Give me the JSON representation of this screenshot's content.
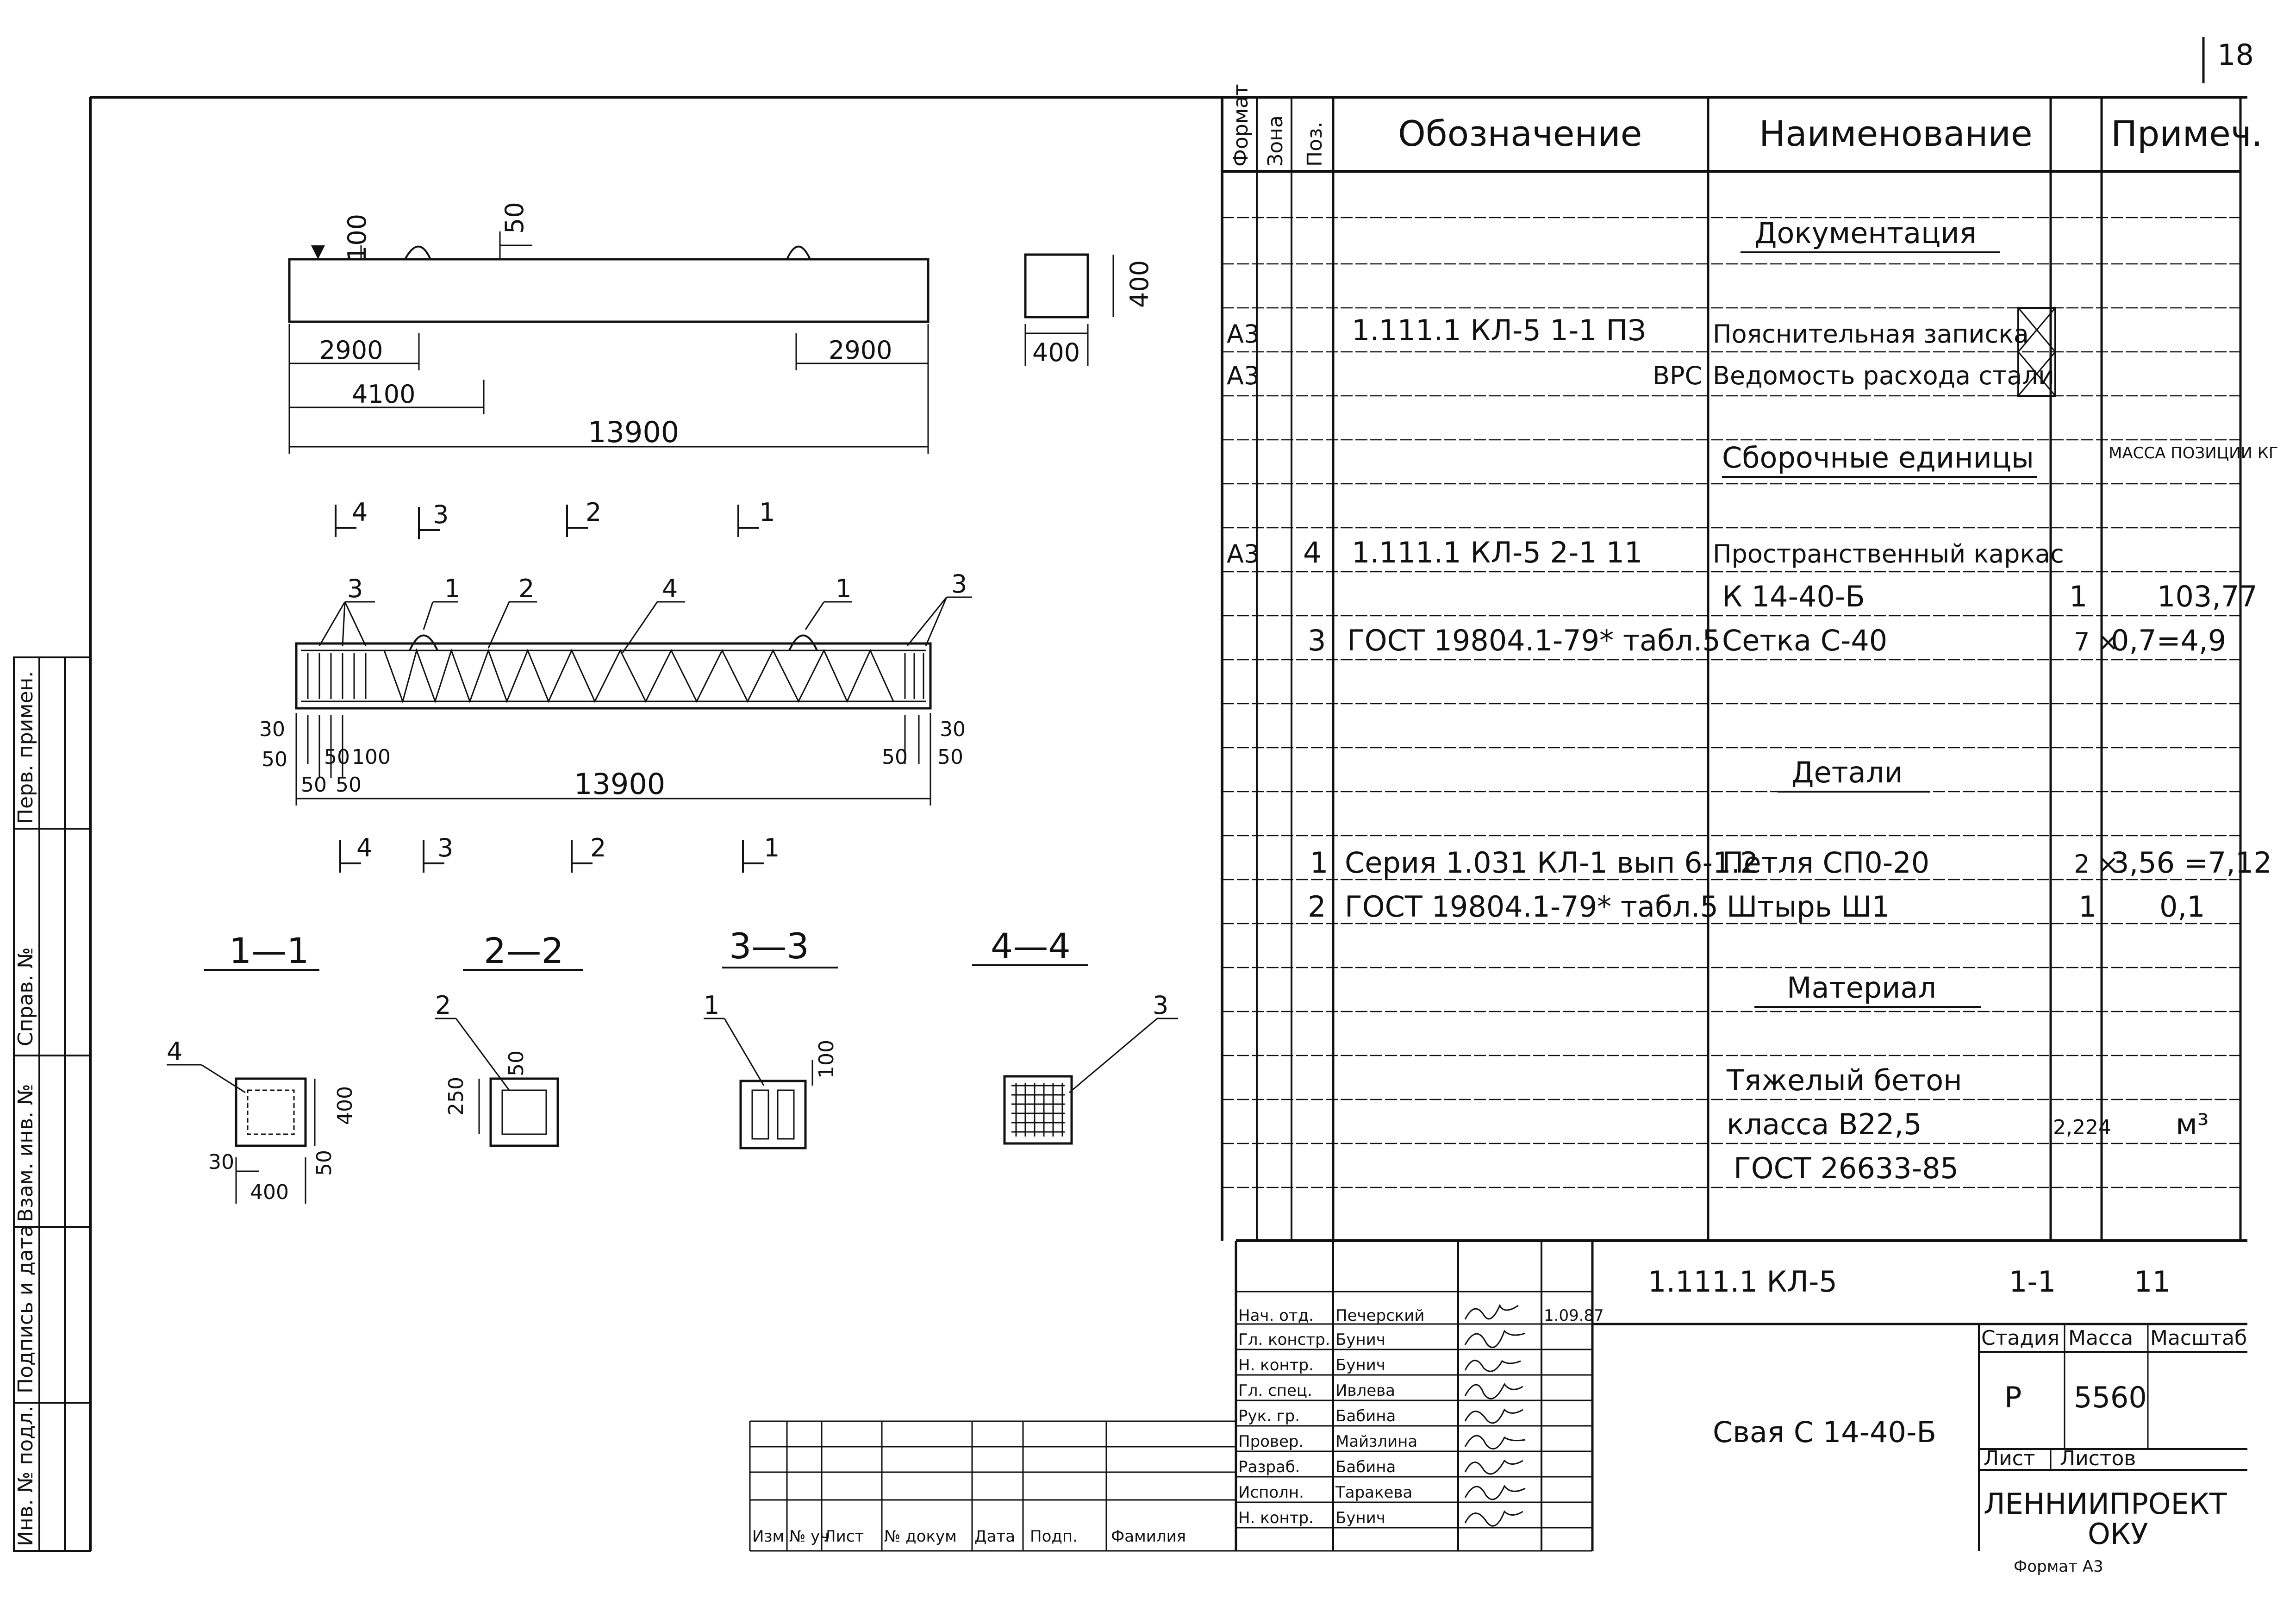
{
  "page_number": "18",
  "spec_table": {
    "headers": {
      "format": "Формат",
      "zone": "Зона",
      "pos": "Поз.",
      "designation": "Обозначение",
      "name": "Наименование",
      "qty": "",
      "note": "Примеч."
    },
    "rows": [
      {
        "format": "",
        "pos": "",
        "designation": "",
        "name": "Документация",
        "qty": "",
        "note": ""
      },
      {
        "format": "А3",
        "pos": "",
        "designation": "1.111.1 КЛ-5 1-1 ПЗ",
        "name": "Пояснительная записка",
        "qty": "",
        "note": ""
      },
      {
        "format": "А3",
        "pos": "",
        "designation": "ВРС",
        "name": "Ведомость расхода стали",
        "qty": "",
        "note": ""
      },
      {
        "format": "",
        "pos": "",
        "designation": "",
        "name": "Сборочные единицы",
        "qty": "",
        "note": "МАССА ПОЗИЦИИ КГ"
      },
      {
        "format": "А3",
        "pos": "4",
        "designation": "1.111.1 КЛ-5 2-1 11",
        "name": "Пространственный каркас",
        "qty": "",
        "note": ""
      },
      {
        "format": "",
        "pos": "",
        "designation": "",
        "name": "К 14-40-Б",
        "qty": "1",
        "note": "103,77"
      },
      {
        "format": "",
        "pos": "3",
        "designation": "ГОСТ 19804.1-79* табл.5",
        "name": "Сетка С-40",
        "qty": "7 ×",
        "note": "0,7=4,9"
      },
      {
        "format": "",
        "pos": "",
        "designation": "",
        "name": "Детали",
        "qty": "",
        "note": ""
      },
      {
        "format": "",
        "pos": "1",
        "designation": "Серия 1.031 КЛ-1 вып 6-1.2",
        "name": "Петля СП0-20",
        "qty": "2 ×",
        "note": "3,56 =7,12"
      },
      {
        "format": "",
        "pos": "2",
        "designation": "ГОСТ 19804.1-79* табл.5",
        "name": "Штырь Ш1",
        "qty": "1",
        "note": "0,1"
      },
      {
        "format": "",
        "pos": "",
        "designation": "",
        "name": "Материал",
        "qty": "",
        "note": ""
      },
      {
        "format": "",
        "pos": "",
        "designation": "",
        "name": "Тяжелый бетон",
        "qty": "",
        "note": ""
      },
      {
        "format": "",
        "pos": "",
        "designation": "",
        "name": "класса В22,5",
        "qty": "2,224",
        "note": "м³"
      },
      {
        "format": "",
        "pos": "",
        "designation": "",
        "name": "ГОСТ 26633-85",
        "qty": "",
        "note": ""
      }
    ]
  },
  "drawing": {
    "dims_top": {
      "d100": "100",
      "d50": "50",
      "d400": "400",
      "d400b": "400",
      "d2900a": "2900",
      "d2900b": "2900",
      "d4100": "4100",
      "d13900": "13900"
    },
    "section_marks": [
      "4",
      "3",
      "2",
      "1"
    ],
    "pos_leaders": [
      "3",
      "1",
      "2",
      "4",
      "1",
      "3"
    ],
    "dims_mid": {
      "d30a": "30",
      "d50a": "50",
      "d50b": "50",
      "d50c": "50",
      "d100": "100",
      "d50d": "50",
      "d50e": "50",
      "d30b": "30",
      "d50f": "50",
      "d13900": "13900"
    },
    "sections": [
      {
        "title": "1—1",
        "leader": "4",
        "dim_a": "400",
        "dim_b": "30",
        "dim_c": "50",
        "dim_d": "400"
      },
      {
        "title": "2—2",
        "leader": "2",
        "dim_a": "250",
        "dim_b": "50"
      },
      {
        "title": "3—3",
        "leader": "1",
        "dim_a": "100"
      },
      {
        "title": "4—4",
        "leader": "3"
      }
    ]
  },
  "left_margin_labels": [
    "Взам. инв. №",
    "Подпись и дата",
    "Инв. № подл.",
    "Перв. примен.",
    "Справ. №"
  ],
  "revision_block": {
    "headers": [
      "Изм",
      "№ уч",
      "Лист",
      "№ докум",
      "Дата",
      "Подп.",
      "Фамилия"
    ]
  },
  "title_block": {
    "doc_code": "1.111.1 КЛ-5",
    "doc_sheet": "1-1",
    "doc_sub": "11",
    "title": "Свая С 14-40-Б",
    "stage_label": "Стадия",
    "mass_label": "Масса",
    "scale_label": "Масштаб",
    "stage": "Р",
    "mass": "5560",
    "scale": "",
    "sheet_label": "Лист",
    "sheets_label": "Листов",
    "organization_line1": "ЛЕННИИПРОЕКТ",
    "organization_line2": "ОКУ",
    "format": "Формат А3",
    "signatures": [
      {
        "role": "Нач. отд.",
        "name": "Печерский",
        "date": "1.09.87"
      },
      {
        "role": "Гл. констр.",
        "name": "Бунич",
        "date": ""
      },
      {
        "role": "Н. контр.",
        "name": "Бунич",
        "date": ""
      },
      {
        "role": "Гл. спец.",
        "name": "Ивлева",
        "date": ""
      },
      {
        "role": "Рук. гр.",
        "name": "Бабина",
        "date": ""
      },
      {
        "role": "Провер.",
        "name": "Майзлина",
        "date": ""
      },
      {
        "role": "Разраб.",
        "name": "Бабина",
        "date": ""
      },
      {
        "role": "Исполн.",
        "name": "Таракева",
        "date": ""
      },
      {
        "role": "Н. контр.",
        "name": "Бунич",
        "date": ""
      }
    ]
  }
}
